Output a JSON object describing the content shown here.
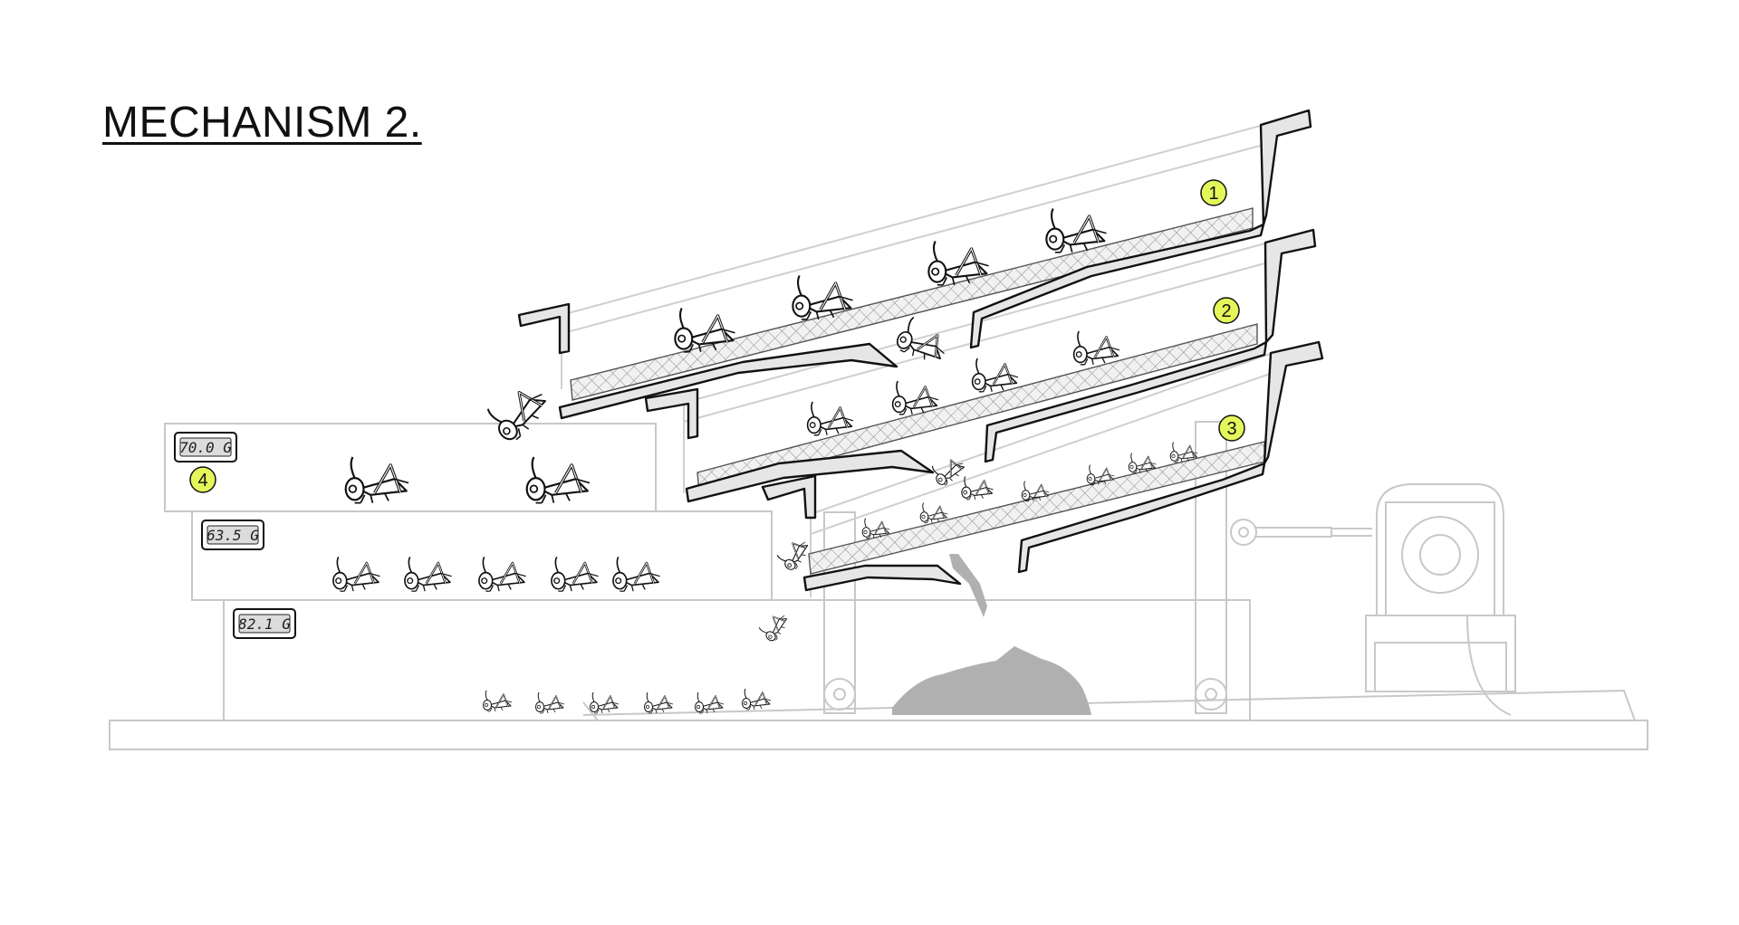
{
  "title": "MECHANISM 2.",
  "markers": [
    "1",
    "2",
    "3",
    "4"
  ],
  "scales": [
    "70.0 G",
    "63.5 G",
    "82.1 G"
  ],
  "colors": {
    "marker_fill": "#e4f75a",
    "frame_line": "#c8c8c8",
    "chute_fill": "#e6e6e6",
    "debris_fill": "#b0b0b0",
    "outline": "#111111"
  },
  "icons": [
    "cricket-icon",
    "scale-display-icon",
    "motor-icon",
    "wheel-icon"
  ]
}
